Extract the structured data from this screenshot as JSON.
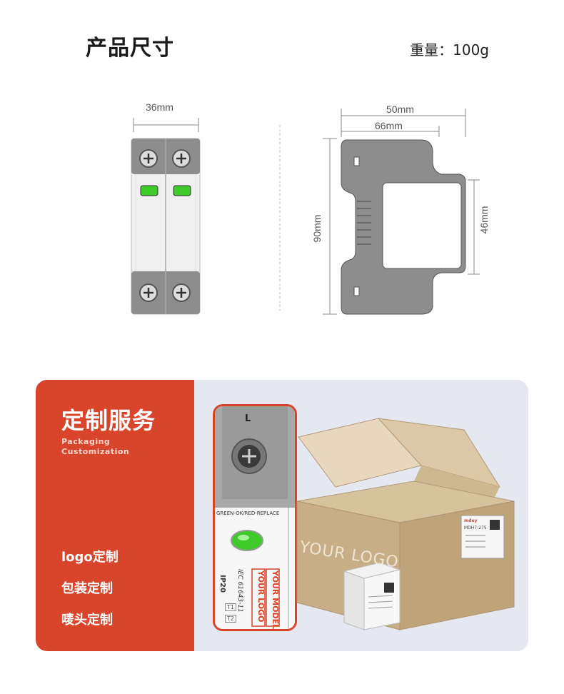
{
  "header": {
    "title": "产品尺寸",
    "weight": "重量：100g"
  },
  "dimensions": {
    "front_width": "36mm",
    "side_total_width": "50mm",
    "side_inner_width": "66mm",
    "height": "90mm",
    "rail_height": "46mm"
  },
  "service": {
    "title": "定制服务",
    "subtitle_line1": "Packaging",
    "subtitle_line2": "Customization",
    "items": [
      "logo定制",
      "包装定制",
      "唛头定制"
    ]
  },
  "product_label": {
    "terminal": "L",
    "indicator_text": "GREEN-OK/RED-REPLACE",
    "standard": "IEC 61643-11",
    "ip": "IP20",
    "logo_line": "YOUR LOGO",
    "model_line": "YOUR MODEL",
    "t1": "T1",
    "t2": "T2"
  },
  "box": {
    "logo_text": "YOUR LOGO",
    "brand": "mdey",
    "model_small": "MDH7-275"
  },
  "colors": {
    "accent": "#d9452a",
    "indicator": "#3ecb2a",
    "device_grey": "#8c8c8c",
    "cardboard": "#cbb38e"
  }
}
